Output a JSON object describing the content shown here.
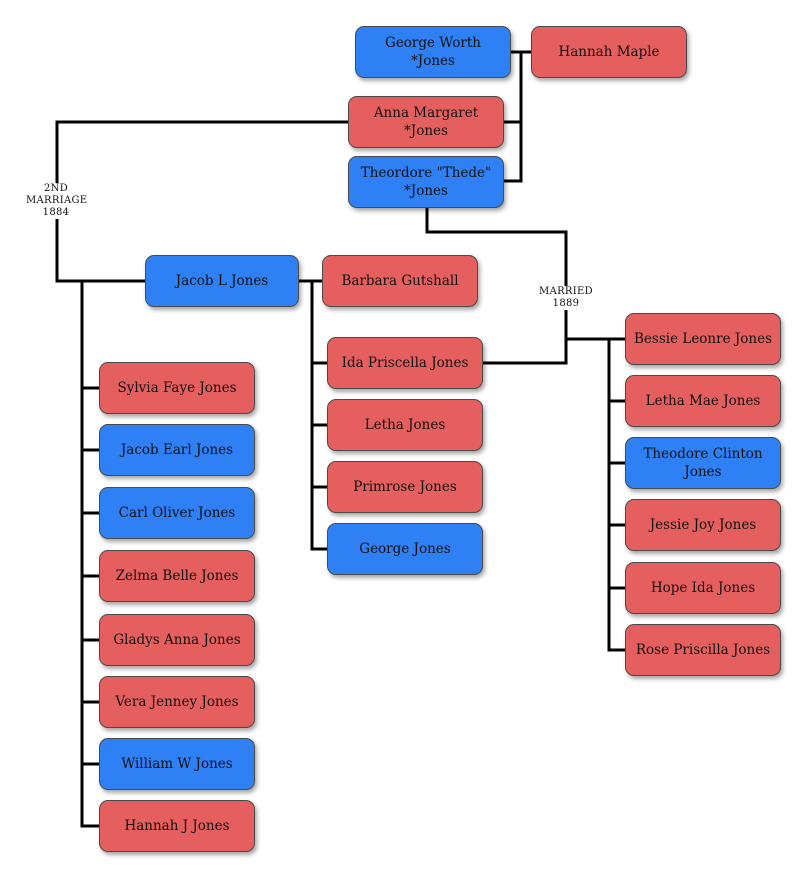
{
  "people": {
    "george_worth": "George Worth *Jones",
    "hannah_maple": "Hannah Maple",
    "anna_margaret": "Anna Margaret *Jones",
    "theordore": "Theordore \"Thede\" *Jones",
    "jacob_l": "Jacob L Jones",
    "barbara": "Barbara Gutshall",
    "ida_priscella": "Ida Priscella Jones",
    "letha": "Letha Jones",
    "primrose": "Primrose Jones",
    "george": "George Jones",
    "sylvia": "Sylvia Faye Jones",
    "jacob_earl": "Jacob Earl Jones",
    "carl": "Carl Oliver Jones",
    "zelma": "Zelma Belle Jones",
    "gladys": "Gladys Anna Jones",
    "vera": "Vera Jenney Jones",
    "william": "William W Jones",
    "hannah_j": "Hannah J Jones",
    "bessie": "Bessie Leonre Jones",
    "letha_mae": "Letha Mae Jones",
    "theodore_clinton": "Theodore Clinton Jones",
    "jessie": "Jessie Joy Jones",
    "hope": "Hope Ida Jones",
    "rose": "Rose Priscilla Jones"
  },
  "notes": {
    "second_marriage": [
      "2ND",
      "MARRIAGE",
      "1884"
    ],
    "married": [
      "MARRIED",
      "1889"
    ]
  },
  "colors": {
    "female": "#e65f5f",
    "male": "#2f80f4",
    "line": "#000000"
  }
}
